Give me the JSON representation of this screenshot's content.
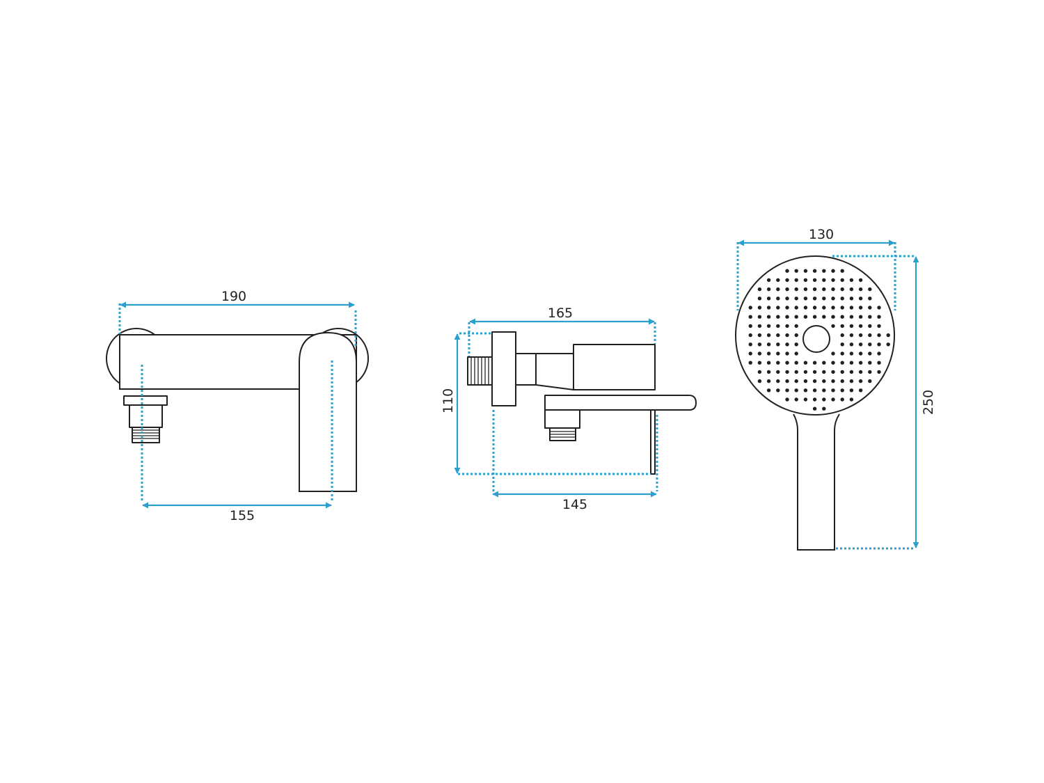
{
  "colors": {
    "outline": "#231f20",
    "dimension": "#2d9fcc"
  },
  "views": {
    "front": {
      "width_top": "190",
      "width_bottom": "155"
    },
    "side": {
      "width_top": "165",
      "height": "110",
      "width_bottom": "145"
    },
    "hand_shower": {
      "head_width": "130",
      "total_length": "250"
    }
  }
}
